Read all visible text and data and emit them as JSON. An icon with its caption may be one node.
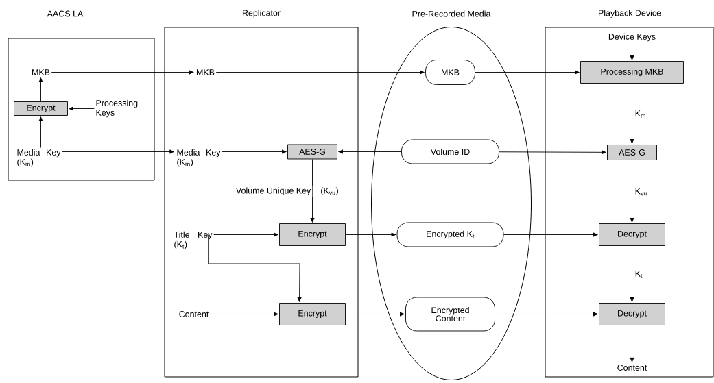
{
  "diagram": {
    "nodes": [
      {
        "text": [
          "AACS LA"
        ]
      },
      {
        "text": [
          "Replicator"
        ]
      },
      {
        "text": [
          "Pre-Recorded Media"
        ]
      },
      {
        "text": [
          "Playback Device"
        ]
      },
      {
        "text": [
          "MKB"
        ],
        "in": 0
      },
      {
        "text": [
          "Encrypt"
        ],
        "in": 0
      },
      {
        "text": [
          "Processing Keys"
        ],
        "in": 0
      },
      {
        "text": [
          "Media Key (K$_{m}$)"
        ],
        "in": 0
      },
      {
        "text": [
          "MKB"
        ],
        "in": 1
      },
      {
        "text": [
          "Media Key (K$_{m}$)"
        ],
        "in": 1
      },
      {
        "text": [
          "AES-G"
        ],
        "in": 1
      },
      {
        "text": [
          "Title Key (K$_{t}$)"
        ],
        "in": 1
      },
      {
        "text": [
          "Encrypt"
        ],
        "in": 1
      },
      {
        "text": [
          "Content"
        ],
        "in": 1
      },
      {
        "text": [
          "Encrypt"
        ],
        "in": 1
      },
      {
        "text": [
          "MKB"
        ],
        "in": 2
      },
      {
        "text": [
          "Volume ID"
        ],
        "in": 2
      },
      {
        "text": [
          "Encrypted K$_{t}$"
        ],
        "in": 2
      },
      {
        "text": [
          "Encrypted Content"
        ],
        "in": 2
      },
      {
        "text": [
          "Device Keys"
        ],
        "in": 3
      },
      {
        "text": [
          "Processing MKB"
        ],
        "in": 3
      },
      {
        "text": [
          "AES-G"
        ],
        "in": 3
      },
      {
        "text": [
          "Decrypt"
        ],
        "in": 3
      },
      {
        "text": [
          "Decrypt"
        ],
        "in": 3
      },
      {
        "text": [
          "Content"
        ],
        "in": 3
      }
    ],
    "edges": [
      {
        "from": 7,
        "to": 5,
        "arrow": "to"
      },
      {
        "from": 5,
        "to": 4,
        "arrow": "to"
      },
      {
        "from": 6,
        "to": 5,
        "arrow": "to"
      },
      {
        "from": 4,
        "to": 8,
        "arrow": "to"
      },
      {
        "from": 7,
        "to": 9,
        "arrow": "to"
      },
      {
        "from": 8,
        "to": 15,
        "arrow": "to"
      },
      {
        "from": 15,
        "to": 20,
        "arrow": "to"
      },
      {
        "from": 19,
        "to": 20,
        "arrow": "to"
      },
      {
        "from": 20,
        "to": 21,
        "arrow": "to",
        "label": "K$_{m}$"
      },
      {
        "from": 9,
        "to": 10,
        "arrow": "to"
      },
      {
        "from": 16,
        "to": 10,
        "arrow": "to"
      },
      {
        "from": 16,
        "to": 21,
        "arrow": "to"
      },
      {
        "from": 10,
        "to": 12,
        "arrow": "to",
        "label": "Volume Unique Key"
      },
      {
        "from": 21,
        "to": 22,
        "arrow": "to",
        "label": "K$_{vu}$"
      },
      {
        "from": 11,
        "to": 12,
        "arrow": "to"
      },
      {
        "from": 11,
        "to": 14,
        "arrow": "to"
      },
      {
        "from": 12,
        "to": 17,
        "arrow": "to"
      },
      {
        "from": 17,
        "to": 22,
        "arrow": "to"
      },
      {
        "from": 13,
        "to": 14,
        "arrow": "to"
      },
      {
        "from": 14,
        "to": 18,
        "arrow": "to"
      },
      {
        "from": 18,
        "to": 23,
        "arrow": "to"
      },
      {
        "from": 22,
        "to": 23,
        "arrow": "to",
        "label": "K$_{t}$"
      },
      {
        "from": 23,
        "to": 24,
        "arrow": "to"
      }
    ],
    "labels": [
      "(K$_{vu}$)"
    ]
  }
}
